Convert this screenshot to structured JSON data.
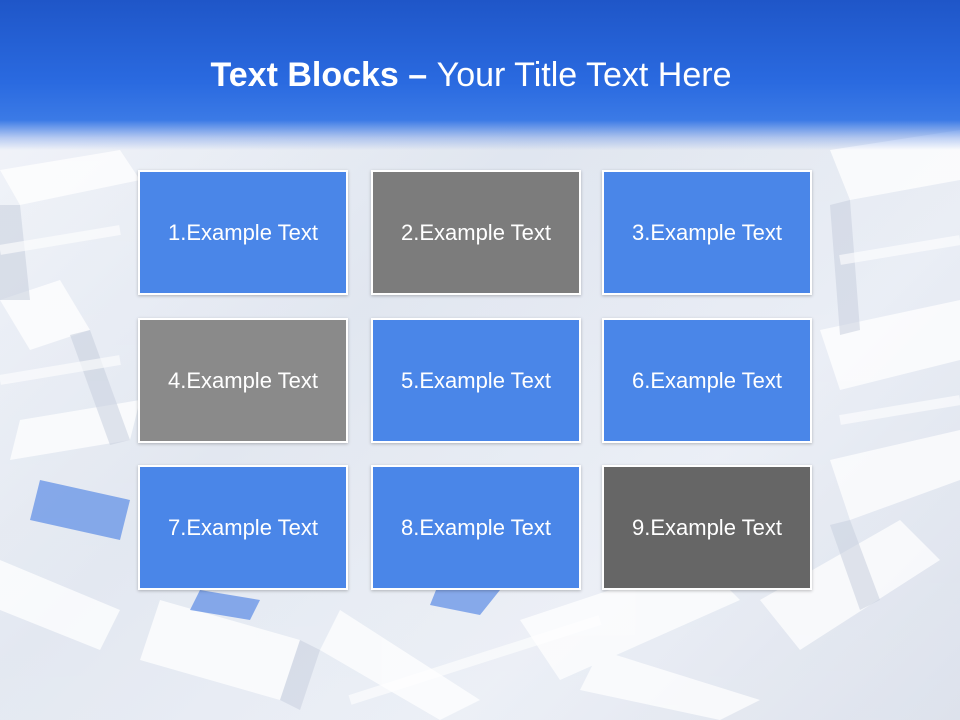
{
  "title": {
    "bold": "Text Blocks",
    "dash": " – ",
    "rest": "Your Title Text Here"
  },
  "colors": {
    "blue": "#4a86e8",
    "gray_mid": "#7f7f7f",
    "gray_light": "#8a8a8a",
    "gray_dark": "#666666",
    "header": "#2a6ae0"
  },
  "blocks": [
    {
      "label": "1.Example Text",
      "color": "#4a86e8"
    },
    {
      "label": "2.Example Text",
      "color": "#7c7c7c"
    },
    {
      "label": "3.Example Text",
      "color": "#4a86e8"
    },
    {
      "label": "4.Example Text",
      "color": "#8a8a8a"
    },
    {
      "label": "5.Example Text",
      "color": "#4a86e8"
    },
    {
      "label": "6.Example Text",
      "color": "#4a86e8"
    },
    {
      "label": "7.Example Text",
      "color": "#4a86e8"
    },
    {
      "label": "8.Example Text",
      "color": "#4a86e8"
    },
    {
      "label": "9.Example Text",
      "color": "#666666"
    }
  ]
}
